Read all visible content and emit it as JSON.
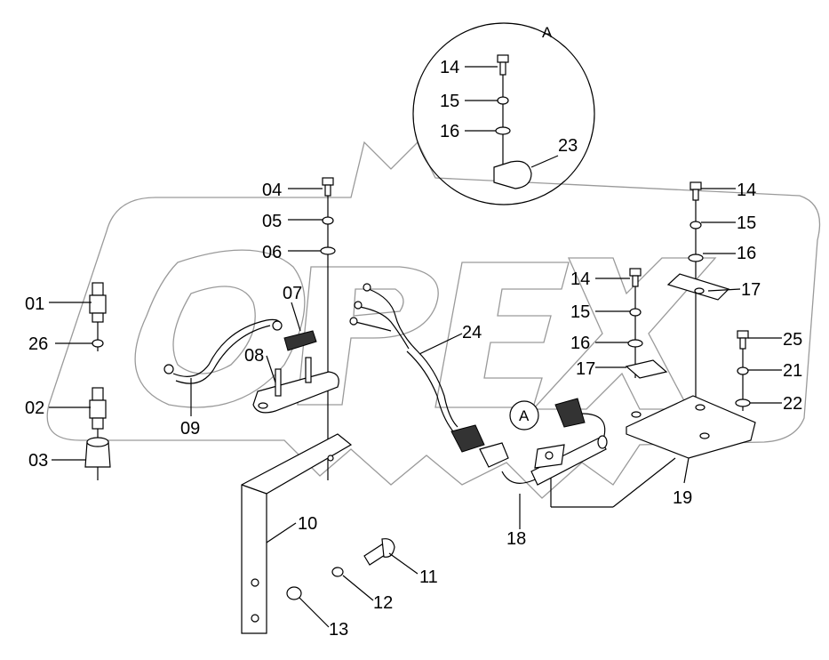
{
  "diagram": {
    "detail_marker": "A",
    "watermark_text": "OPEX",
    "callouts": {
      "p01": "01",
      "p26": "26",
      "p02": "02",
      "p03": "03",
      "p04": "04",
      "p05": "05",
      "p06": "06",
      "p07": "07",
      "p08": "08",
      "p09": "09",
      "p10": "10",
      "p11": "11",
      "p12": "12",
      "p13": "13",
      "p24": "24",
      "p18": "18",
      "p19": "19",
      "a14": "14",
      "a15": "15",
      "a16": "16",
      "a23": "23",
      "m14": "14",
      "m15": "15",
      "m16": "16",
      "m17": "17",
      "r14": "14",
      "r15": "15",
      "r16": "16",
      "r17": "17",
      "r25": "25",
      "r21": "21",
      "r22": "22"
    }
  }
}
